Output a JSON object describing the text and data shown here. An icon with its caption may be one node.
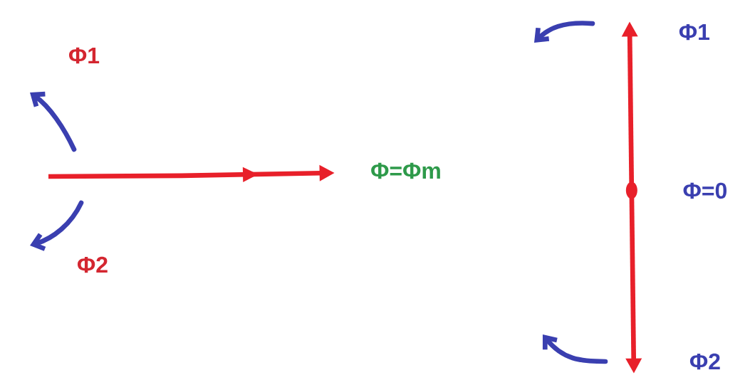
{
  "diagram": {
    "labels": [
      "Φ1",
      "Φ=Φm",
      "Φ2",
      "Φ1",
      "Φ=0",
      "Φ2"
    ]
  }
}
